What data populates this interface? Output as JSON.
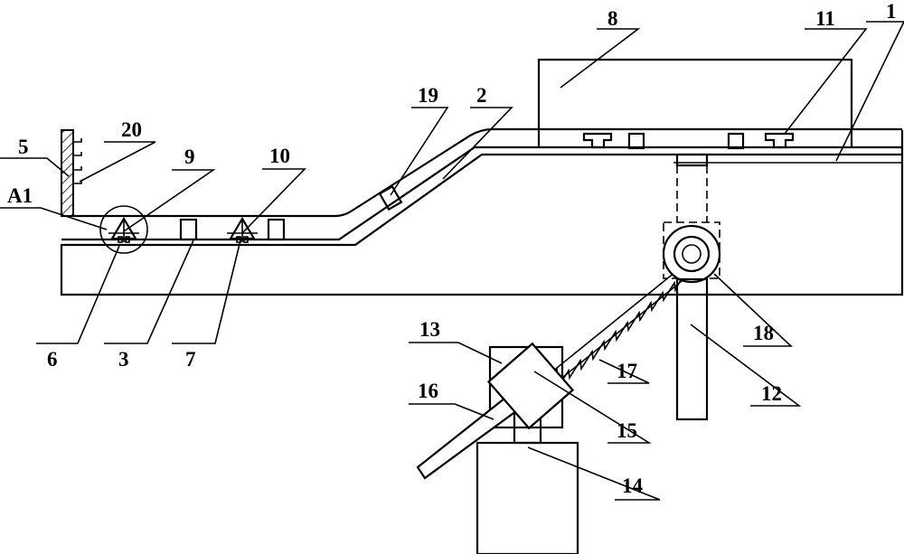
{
  "colors": {
    "stroke": "#000000",
    "background": "#ffffff"
  },
  "labels": {
    "l1": "1",
    "l2": "2",
    "l3": "3",
    "l5": "5",
    "l6": "6",
    "l7": "7",
    "l8": "8",
    "l9": "9",
    "l10": "10",
    "l11": "11",
    "l12": "12",
    "l13": "13",
    "l14": "14",
    "l15": "15",
    "l16": "16",
    "l17": "17",
    "l18": "18",
    "l19": "19",
    "l20": "20",
    "la1": "A1"
  }
}
